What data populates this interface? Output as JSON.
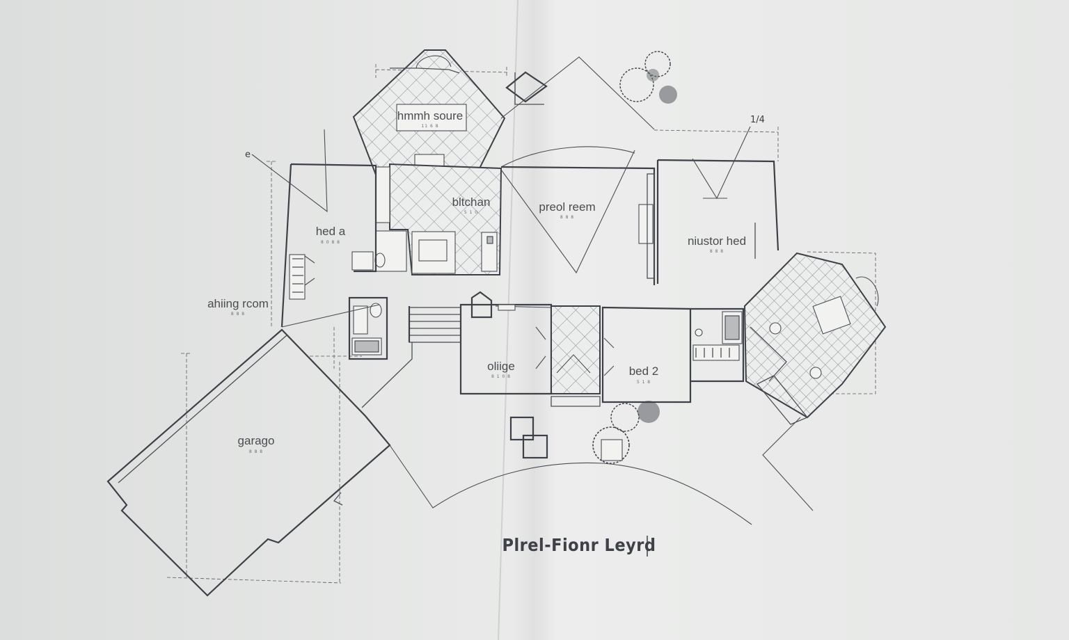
{
  "rooms": {
    "family_room": {
      "label": "hmmh soure",
      "sub": "11 6 8"
    },
    "kitchen": {
      "label": "bltchan",
      "sub": "5 1 0"
    },
    "great_room": {
      "label": "preol reem",
      "sub": "8 8 8"
    },
    "master_bed": {
      "label": "niustor hed",
      "sub": "8 8 8"
    },
    "bed_a": {
      "label": "hed a",
      "sub": "8 0 8 8"
    },
    "dining_room": {
      "label": "ahiing rcom",
      "sub": "8 8 8"
    },
    "office": {
      "label": "oliige",
      "sub": "8 1 0 8"
    },
    "bed_2": {
      "label": "bed 2",
      "sub": "5 1 8"
    },
    "garage": {
      "label": "garago",
      "sub": "8 8 8"
    }
  },
  "caption": "Plrel-Fionr Leyrd",
  "north_mark": "1/4",
  "corner_mark": "e"
}
